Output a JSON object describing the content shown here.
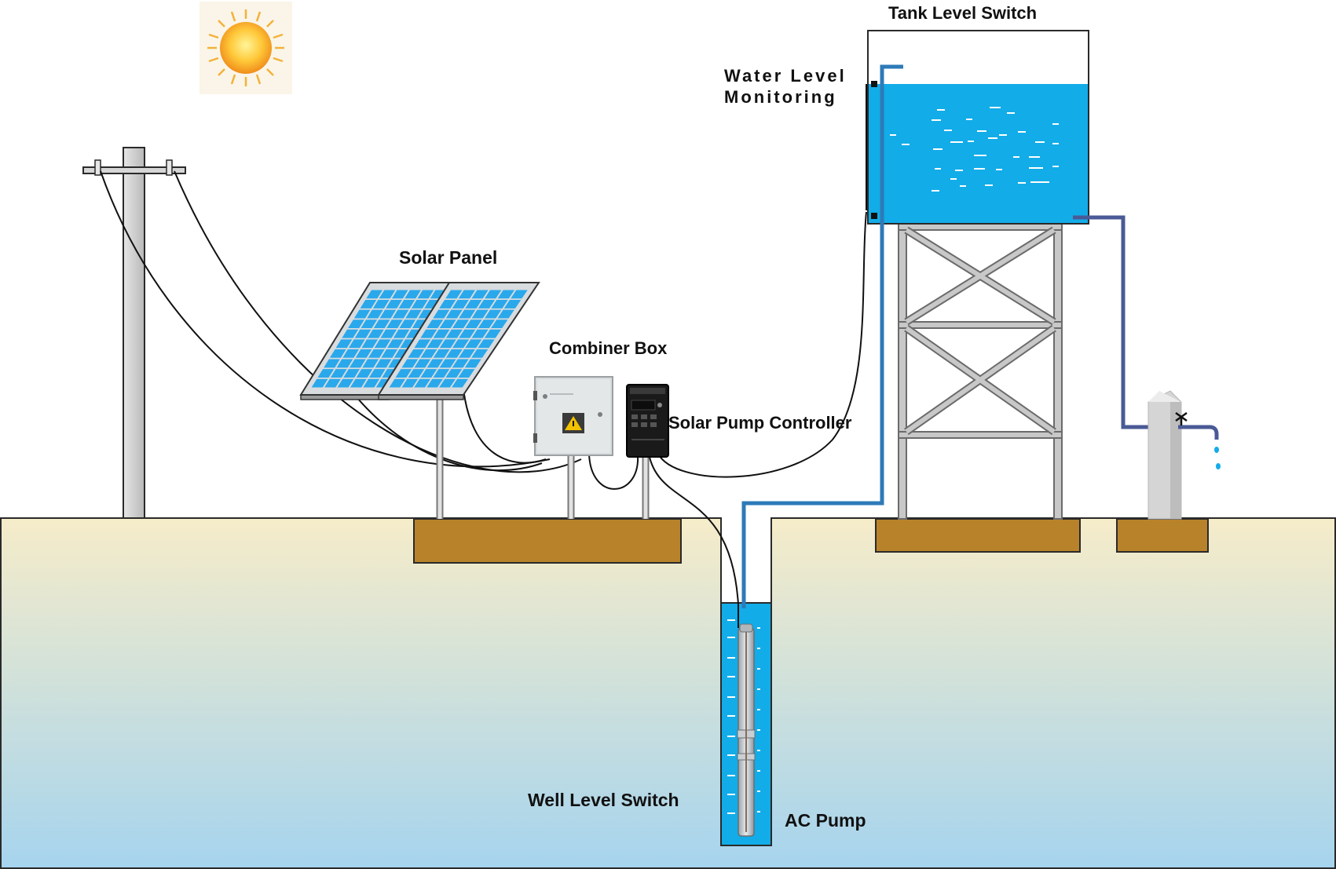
{
  "labels": {
    "tank_level_switch": "Tank Level Switch",
    "water_level_monitoring_line1": "Water Level",
    "water_level_monitoring_line2": "Monitoring",
    "solar_panel": "Solar Panel",
    "combiner_box": "Combiner Box",
    "solar_pump_controller": "Solar Pump Controller",
    "well_level_switch": "Well Level Switch",
    "ac_pump": "AC Pump"
  },
  "colors": {
    "water": "#12ace8",
    "soil_top": "#f6ecc9",
    "soil_bottom": "#a6d4ee",
    "foundation": "#b8822b",
    "panel_cell": "#2aa8ec",
    "frame": "#c2c2c2",
    "pipe_blue": "#2d7ab8",
    "pipe_outlet": "#4a5a96"
  },
  "icons": [
    "sun-icon",
    "warning-icon"
  ]
}
